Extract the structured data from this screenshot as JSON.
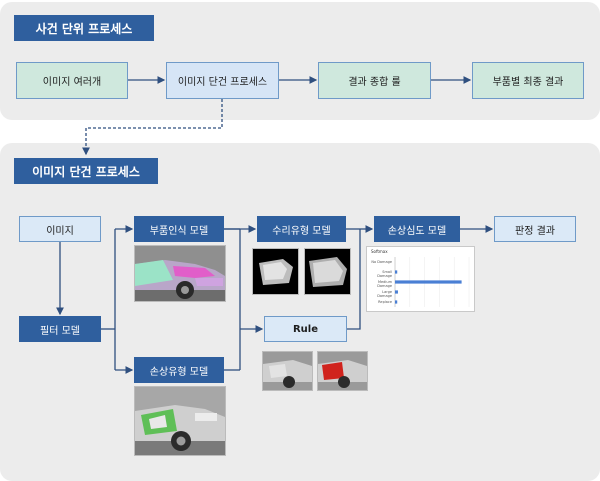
{
  "top_section": {
    "title": "사건 단위 프로세스",
    "nodes": [
      "이미지 여러개",
      "이미지 단건 프로세스",
      "결과 종합 룰",
      "부품별 최종 결과"
    ]
  },
  "bottom_section": {
    "title": "이미지 단건 프로세스",
    "nodes": {
      "image": "이미지",
      "filter": "필터 모델",
      "part_recog": "부품인식 모델",
      "damage_type": "손상유형 모델",
      "repair_type": "수리유형 모델",
      "rule": "Rule",
      "severity": "손상심도 모델",
      "judgment": "판정 결과"
    }
  },
  "chart_data": {
    "type": "bar",
    "orientation": "horizontal",
    "title": "Softmax",
    "categories": [
      "No Damage",
      "Small Damage",
      "Medium Damage",
      "Large Damage",
      "Replace"
    ],
    "values": [
      0.0,
      0.03,
      0.9,
      0.04,
      0.03
    ],
    "xlim": [
      0,
      1
    ],
    "grid": true,
    "colors": {
      "bar": "#4a7fd4"
    }
  },
  "colors": {
    "title_bg": "#2f5f9e",
    "panel_bg": "#ececec",
    "green_node": "#cfe8dd",
    "blue_node": "#d6e5f6",
    "arrow": "#2f4f7f"
  }
}
